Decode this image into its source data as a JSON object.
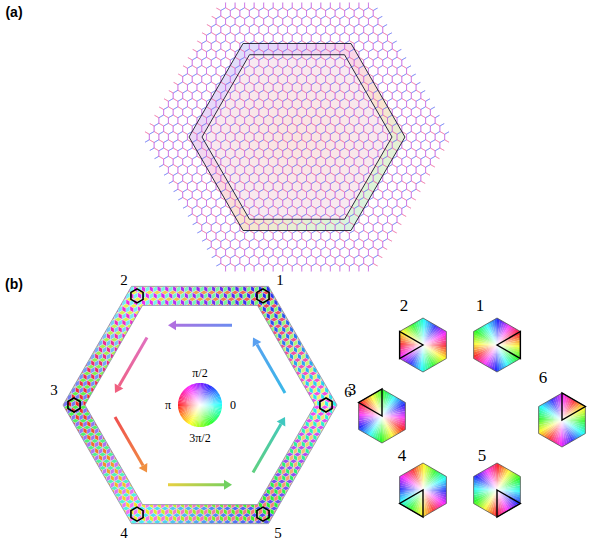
{
  "diagram": {
    "labels": [
      "(a)",
      "(b)",
      "1",
      "2",
      "3",
      "4",
      "5",
      "6",
      "π/2",
      "π",
      "0",
      "3π/2",
      "2",
      "1",
      "3",
      "6",
      "4",
      "5"
    ]
  }
}
